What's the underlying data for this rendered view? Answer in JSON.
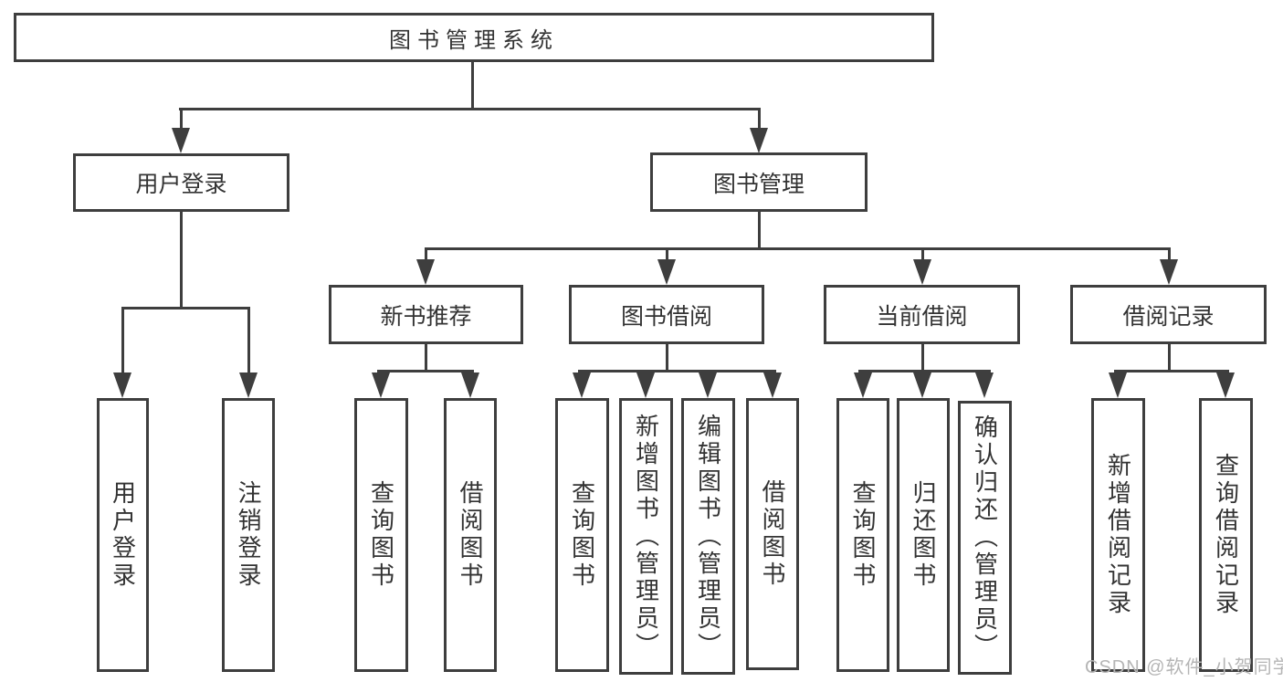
{
  "colors": {
    "line": "#3e3e3e",
    "text": "#333333",
    "background": "#ffffff",
    "watermark": "#b5b5b5"
  },
  "watermark": "CSDN @软件_小贺同学",
  "nodes": {
    "root": "图书管理系统",
    "user_login": "用户登录",
    "book_mgmt": "图书管理",
    "new_book_rec": "新书推荐",
    "book_borrow": "图书借阅",
    "current_borrow": "当前借阅",
    "borrow_records": "借阅记录",
    "ul_user_login": "用户登录",
    "ul_logout": "注销登录",
    "nbr_query_book": "查询图书",
    "nbr_borrow_book": "借阅图书",
    "bb_query_book": "查询图书",
    "bb_add_book": "新增图书（管理员）",
    "bb_edit_book": "编辑图书（管理员）",
    "bb_borrow_book": "借阅图书",
    "cb_query_book": "查询图书",
    "cb_return_book": "归还图书",
    "cb_confirm_return": "确认归还（管理员）",
    "br_add_record": "新增借阅记录",
    "br_query_record": "查询借阅记录"
  },
  "tree": {
    "图书管理系统": {
      "用户登录": [
        "用户登录",
        "注销登录"
      ],
      "图书管理": {
        "新书推荐": [
          "查询图书",
          "借阅图书"
        ],
        "图书借阅": [
          "查询图书",
          "新增图书（管理员）",
          "编辑图书（管理员）",
          "借阅图书"
        ],
        "当前借阅": [
          "查询图书",
          "归还图书",
          "确认归还（管理员）"
        ],
        "借阅记录": [
          "新增借阅记录",
          "查询借阅记录"
        ]
      }
    }
  }
}
